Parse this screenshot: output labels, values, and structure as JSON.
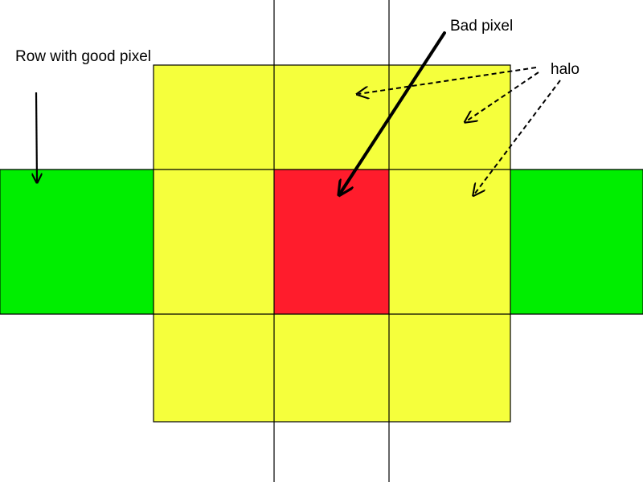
{
  "labels": {
    "row_with_good_pixel": "Row with good pixel",
    "bad_pixel": "Bad pixel",
    "halo": "halo"
  },
  "colors": {
    "good_row": "#00ee00",
    "halo": "#f5ff3c",
    "bad_pixel": "#ff1c2c",
    "stroke": "#000000",
    "background": "#ffffff"
  }
}
